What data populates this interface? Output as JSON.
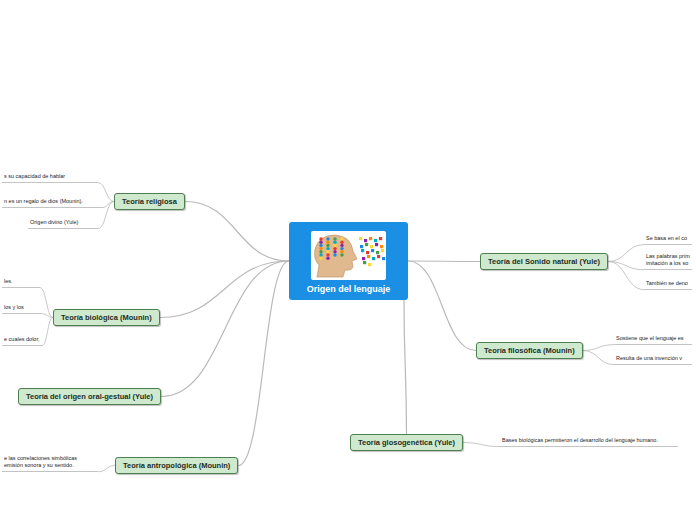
{
  "diagram": {
    "nodes": [
      {
        "text": [
          "Origen del lenguaje"
        ]
      },
      {
        "text": [
          "Teoría religiosa"
        ]
      },
      {
        "text": [
          "s su capacidad de hablar"
        ]
      },
      {
        "text": [
          "n es un regalo de dios (Mounin)."
        ]
      },
      {
        "text": [
          "Origen divino (Yule)"
        ]
      },
      {
        "text": [
          "Teoría biológica (Mounin)"
        ]
      },
      {
        "text": [
          "les."
        ]
      },
      {
        "text": [
          "los y los"
        ]
      },
      {
        "text": [
          "e cuales dolor,"
        ]
      },
      {
        "text": [
          "Teoría del origen oral-gestual (Yule)"
        ]
      },
      {
        "text": [
          "Teoría antropológica (Mounin)"
        ]
      },
      {
        "text": [
          "e las correlaciones simbólicas emisión sonora y su sentido."
        ]
      },
      {
        "text": [
          "Teoría glosogenética (Yule)"
        ]
      },
      {
        "text": [
          "Bases biológicas permitieron el desarrollo del lenguaje humano."
        ]
      },
      {
        "text": [
          "Teoría filosófica (Mounin)"
        ]
      },
      {
        "text": [
          "Sostiene que el lenguaje es"
        ]
      },
      {
        "text": [
          "Resulta de una invención v"
        ]
      },
      {
        "text": [
          "Teoría del Sonido natural (Yule)"
        ]
      },
      {
        "text": [
          "Se basa en el co"
        ]
      },
      {
        "text": [
          "Las palabras prim imitación a los so"
        ]
      },
      {
        "text": [
          "También se deno"
        ]
      }
    ],
    "edges": [
      {
        "from": 0,
        "to": 1,
        "arrow": "none"
      },
      {
        "from": 1,
        "to": 2,
        "arrow": "none"
      },
      {
        "from": 1,
        "to": 3,
        "arrow": "none"
      },
      {
        "from": 1,
        "to": 4,
        "arrow": "none"
      },
      {
        "from": 0,
        "to": 5,
        "arrow": "none"
      },
      {
        "from": 5,
        "to": 6,
        "arrow": "none"
      },
      {
        "from": 5,
        "to": 7,
        "arrow": "none"
      },
      {
        "from": 5,
        "to": 8,
        "arrow": "none"
      },
      {
        "from": 0,
        "to": 9,
        "arrow": "none"
      },
      {
        "from": 0,
        "to": 10,
        "arrow": "none"
      },
      {
        "from": 10,
        "to": 11,
        "arrow": "none"
      },
      {
        "from": 0,
        "to": 12,
        "arrow": "none"
      },
      {
        "from": 12,
        "to": 13,
        "arrow": "none"
      },
      {
        "from": 0,
        "to": 14,
        "arrow": "none"
      },
      {
        "from": 14,
        "to": 15,
        "arrow": "none"
      },
      {
        "from": 14,
        "to": 16,
        "arrow": "none"
      },
      {
        "from": 0,
        "to": 17,
        "arrow": "none"
      },
      {
        "from": 17,
        "to": 18,
        "arrow": "none"
      },
      {
        "from": 17,
        "to": 19,
        "arrow": "none"
      },
      {
        "from": 17,
        "to": 20,
        "arrow": "none"
      }
    ]
  }
}
